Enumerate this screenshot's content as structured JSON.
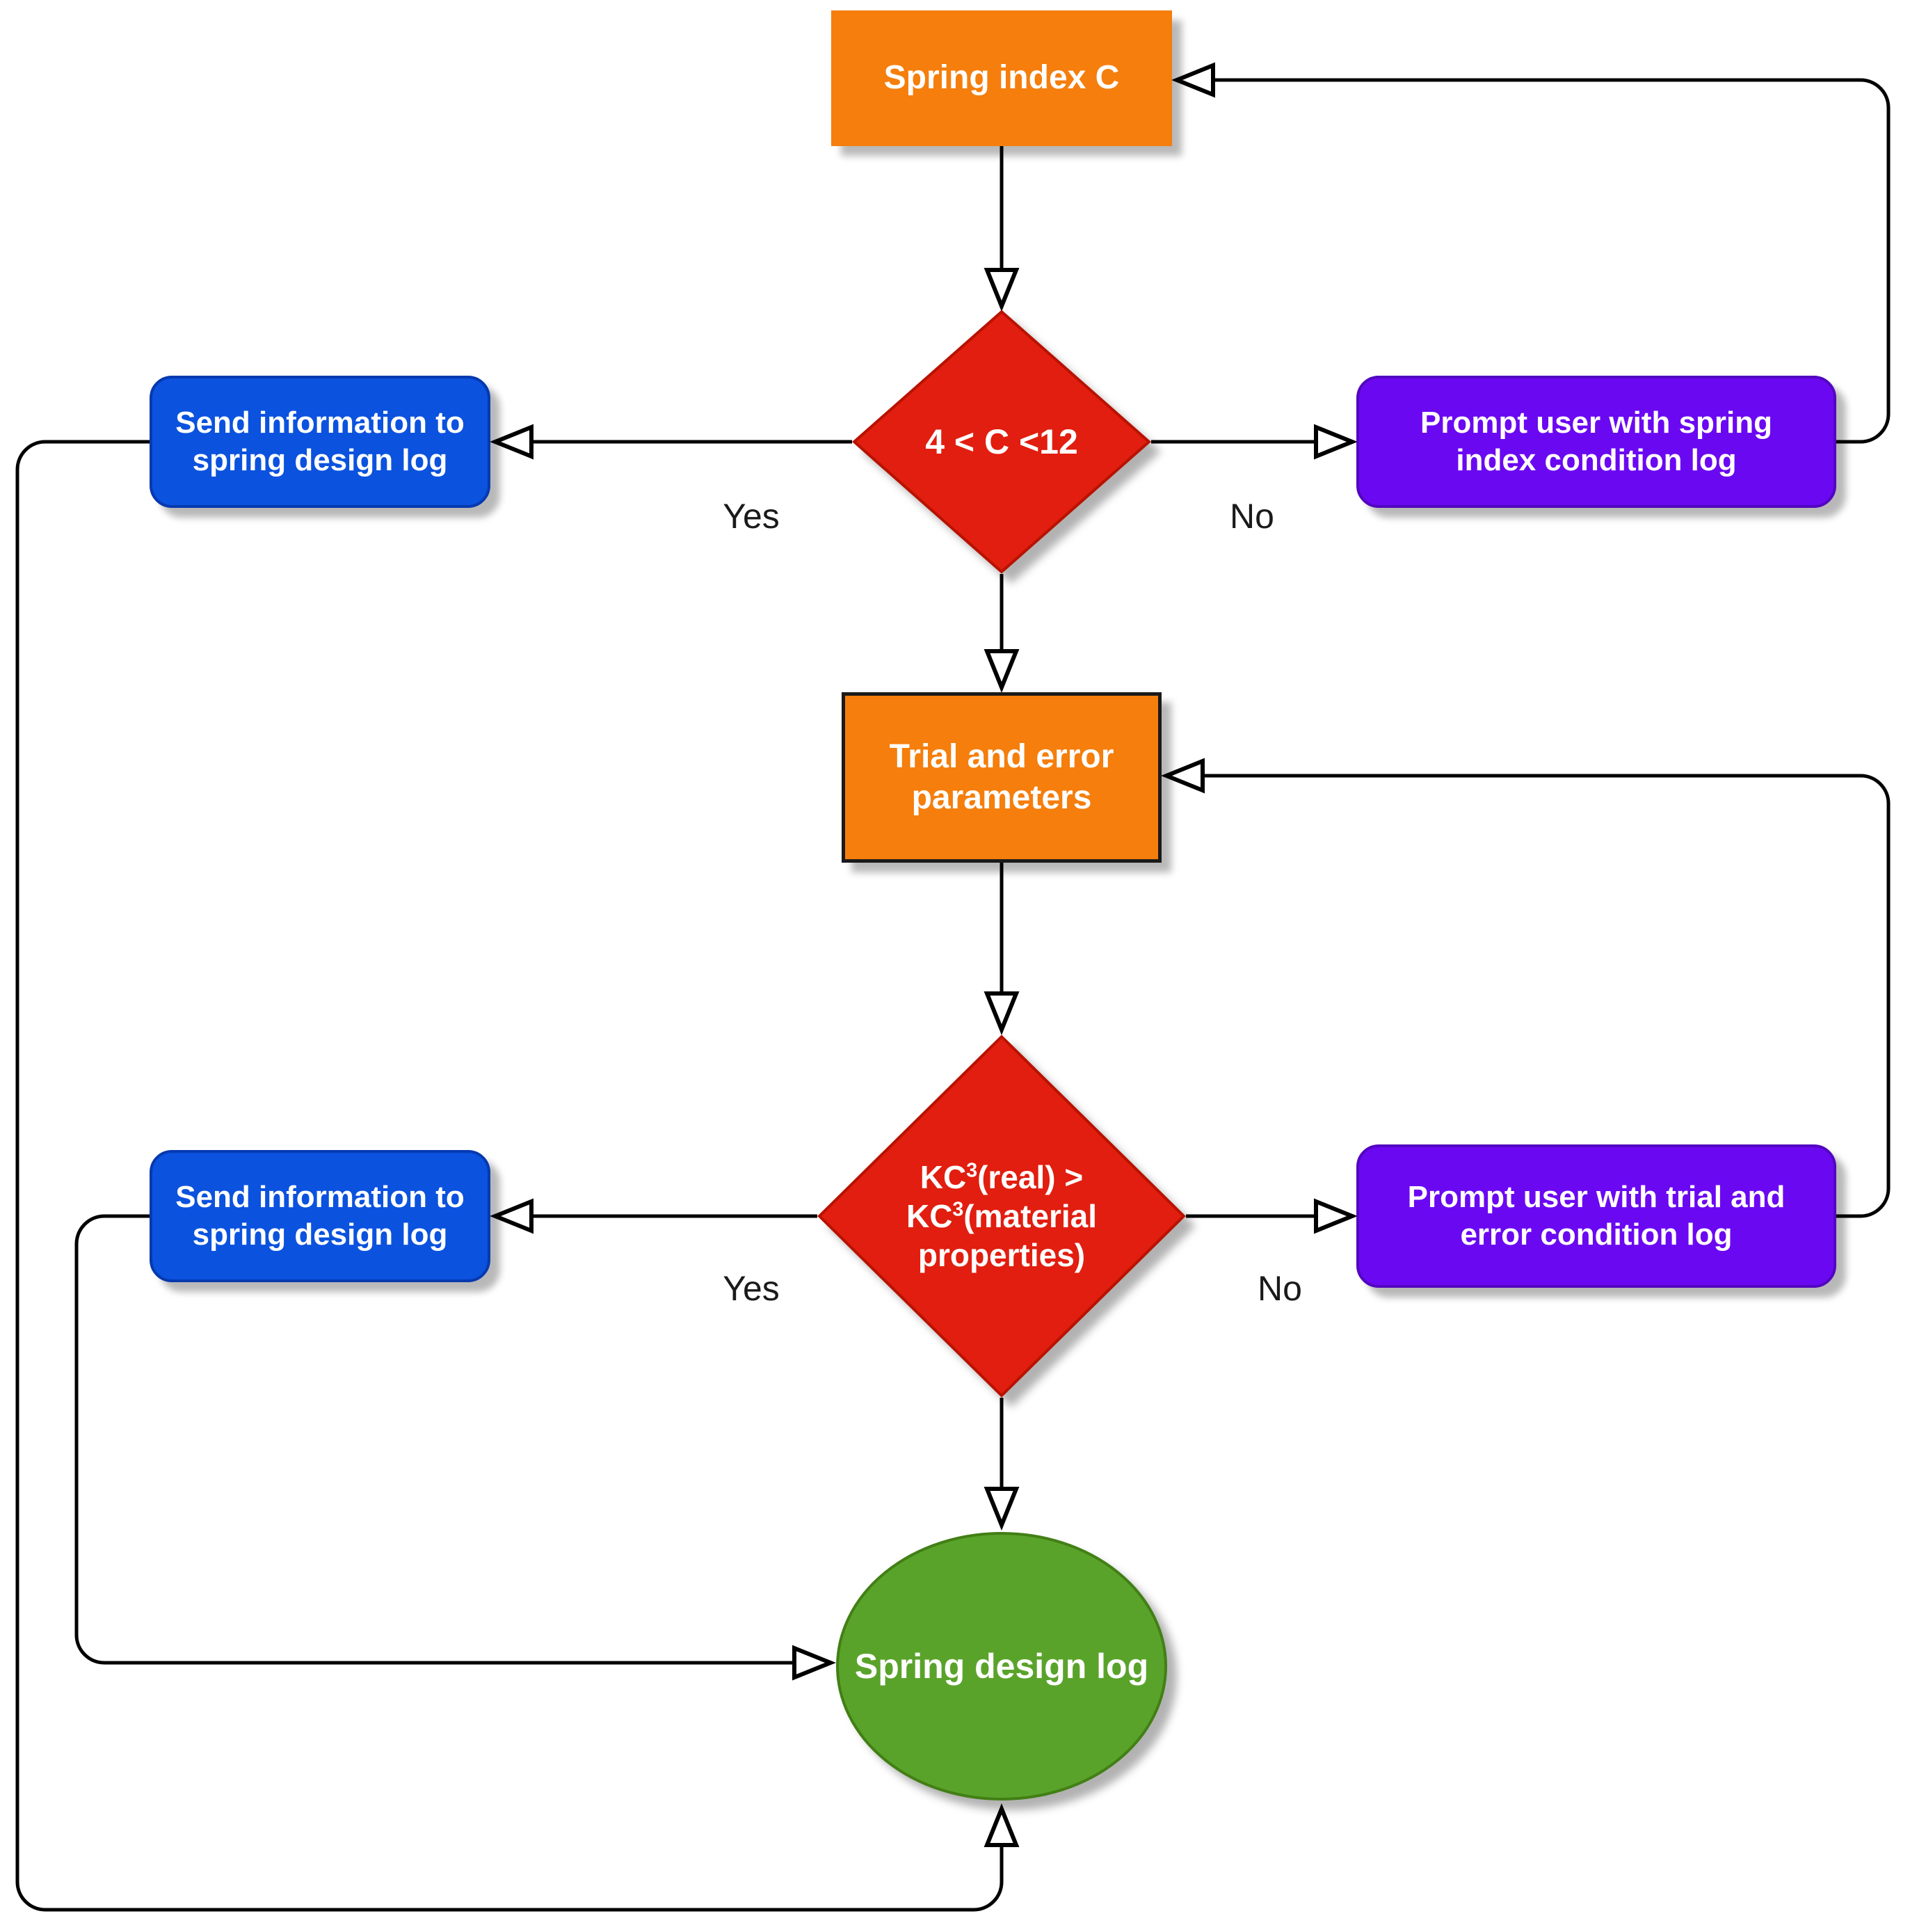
{
  "nodes": {
    "spring_index": {
      "label": "Spring index C"
    },
    "decision_spring": {
      "label": "4 < C <12"
    },
    "send_info_top": {
      "label": "Send information to spring design log"
    },
    "prompt_spring_index": {
      "label": "Prompt user with spring index condition log"
    },
    "trial_error": {
      "label": "Trial and error parameters"
    },
    "decision_trial": {
      "label": "KC3(real) > KC3(material properties)",
      "segments": [
        {
          "t": "KC"
        },
        {
          "t": "3",
          "sup": true
        },
        {
          "t": "(real) > KC"
        },
        {
          "t": "3",
          "sup": true
        },
        {
          "t": "(material properties)"
        }
      ]
    },
    "send_info_bottom": {
      "label": "Send information to spring design log"
    },
    "prompt_trial_error": {
      "label": "Prompt user with trial and error condition log"
    },
    "spring_design_log": {
      "label": "Spring design log"
    }
  },
  "edge_labels": {
    "decision1_yes": "Yes",
    "decision1_no": "No",
    "decision2_yes": "Yes",
    "decision2_no": "No"
  },
  "colors": {
    "process_fill": "#F57E0C",
    "process2_border": "#1a1a1a",
    "decision_fill": "#E11E0F",
    "decision_border": "#B81200",
    "action_fill": "#0B52DE",
    "action_border": "#0639B0",
    "prompt_fill": "#6B08F2",
    "prompt_border": "#5306C0",
    "terminal_fill": "#5AA32B",
    "terminal_border": "#427F15",
    "connector": "#000000",
    "label_text": "#1a1a1a"
  }
}
